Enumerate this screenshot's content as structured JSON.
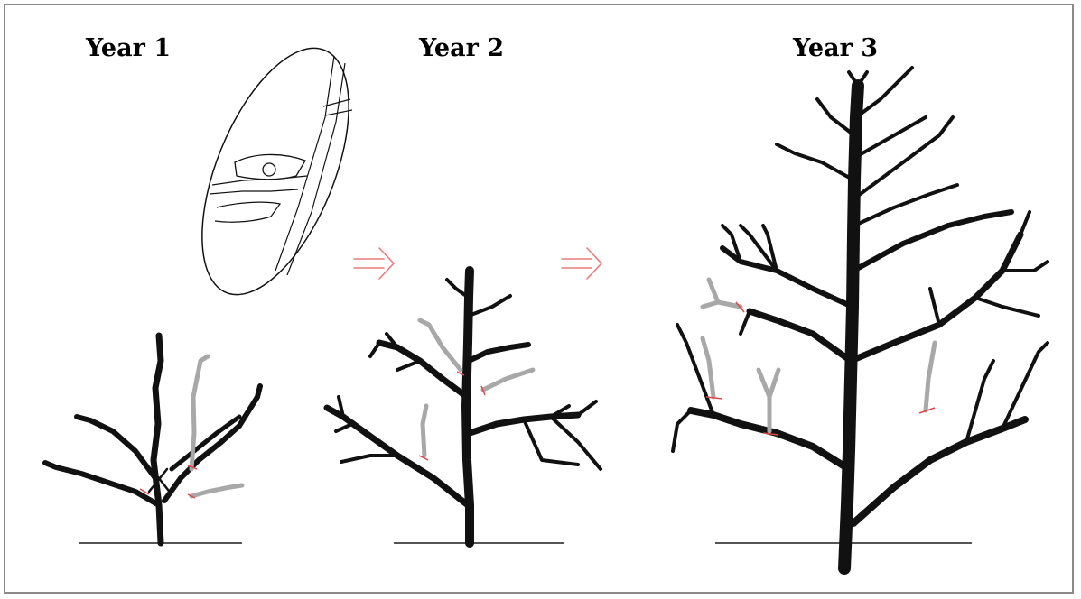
{
  "panels": [
    {
      "title": "Year 1"
    },
    {
      "title": "Year 2"
    },
    {
      "title": "Year 3"
    }
  ],
  "colors": {
    "branch": "#111111",
    "removed_branch": "#9a9a9a",
    "cut_mark": "#e04848",
    "arrow": "#ee7a7a",
    "ground": "#555555",
    "frame": "#8a8a8a"
  },
  "icons": [
    "pruning-shears-detail",
    "arrow-right-icon",
    "arrow-right-icon"
  ]
}
